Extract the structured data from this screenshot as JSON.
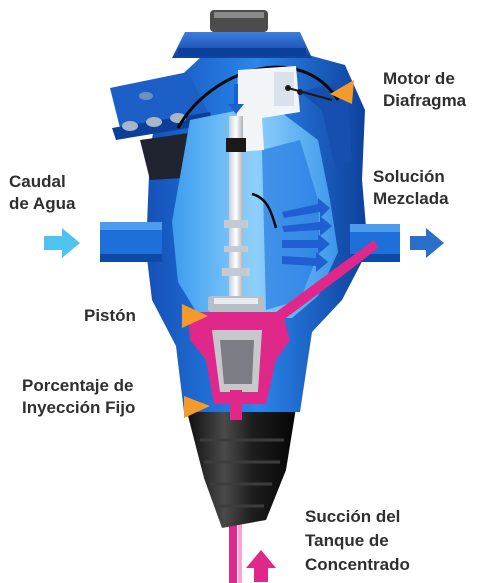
{
  "labels": {
    "motor": [
      "Motor de",
      "Diafragma"
    ],
    "water_flow": [
      "Caudal",
      "de Agua"
    ],
    "mixed_solution": [
      "Solución",
      "Mezclada"
    ],
    "piston": [
      "Pistón"
    ],
    "injection": [
      "Porcentaje de",
      "Inyección Fijo"
    ],
    "suction": [
      "Succión del",
      "Tanque de",
      "Concentrado"
    ]
  },
  "colors": {
    "body_blue": "#1e6fd9",
    "dark_blue": "#0b3f9a",
    "light_blue": "#5fb4f0",
    "inlet_arrow": "#4fc3ee",
    "outlet_arrow": "#2a6fc9",
    "pointer_orange": "#f39a2a",
    "concentrate_magenta": "#e0288a",
    "nozzle_black": "#1a1a1a",
    "label_text": "#2f2f2f"
  }
}
